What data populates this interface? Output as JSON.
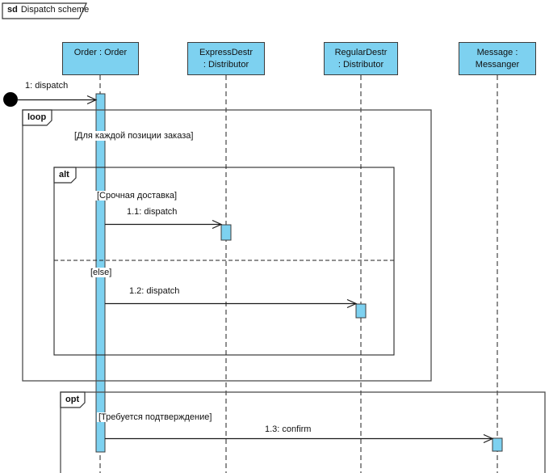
{
  "frame_label": {
    "keyword": "sd",
    "title": "Dispatch scheme"
  },
  "lifelines": [
    {
      "name": "Order : Order",
      "line1": "Order : Order",
      "line2": ""
    },
    {
      "name": "ExpressDestr : Distributor",
      "line1": "ExpressDestr",
      "line2": ": Distributor"
    },
    {
      "name": "RegularDestr : Distributor",
      "line1": "RegularDestr",
      "line2": ": Distributor"
    },
    {
      "name": "Message : Messanger",
      "line1": "Message :",
      "line2": "Messanger"
    }
  ],
  "messages": [
    {
      "label": "1: dispatch",
      "from": "found-message",
      "to": "Order : Order",
      "kind": "async"
    },
    {
      "label": "1.1: dispatch",
      "from": "Order : Order",
      "to": "ExpressDestr : Distributor",
      "kind": "async"
    },
    {
      "label": "1.2: dispatch",
      "from": "Order : Order",
      "to": "RegularDestr : Distributor",
      "kind": "async"
    },
    {
      "label": "1.3: confirm",
      "from": "Order : Order",
      "to": "Message : Messanger",
      "kind": "async"
    }
  ],
  "fragments": [
    {
      "keyword": "loop",
      "guard": "[Для каждой позиции заказа]"
    },
    {
      "keyword": "alt",
      "guard1": "[Срочная доставка]",
      "guard2": "[else]"
    },
    {
      "keyword": "opt",
      "guard": "[Требуется подтверждение]"
    }
  ],
  "colors": {
    "node_fill": "#7DD1F0",
    "node_border": "#3C3C3C",
    "fragment_border": "#4D4D4D",
    "alt_border": "#262626",
    "line": "#1F1F1F"
  }
}
